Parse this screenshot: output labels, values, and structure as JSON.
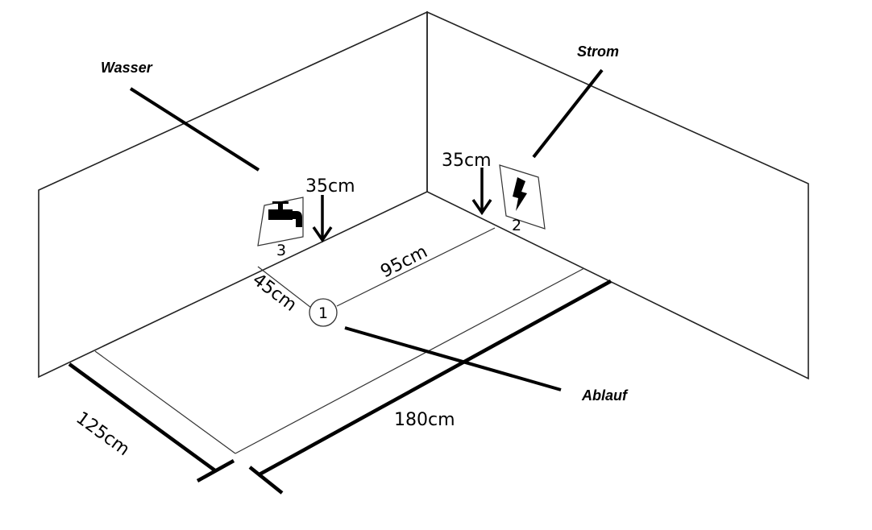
{
  "labels": {
    "water": "Wasser",
    "power": "Strom",
    "drain": "Ablauf"
  },
  "dimensions": {
    "water_height": "35cm",
    "power_height": "35cm",
    "drain_to_wall": "45cm",
    "drain_along": "95cm",
    "width": "125cm",
    "length": "180cm"
  },
  "markers": {
    "drain": "1",
    "power": "2",
    "water": "3"
  },
  "icons": {
    "water": "faucet-icon",
    "power": "lightning-icon"
  }
}
